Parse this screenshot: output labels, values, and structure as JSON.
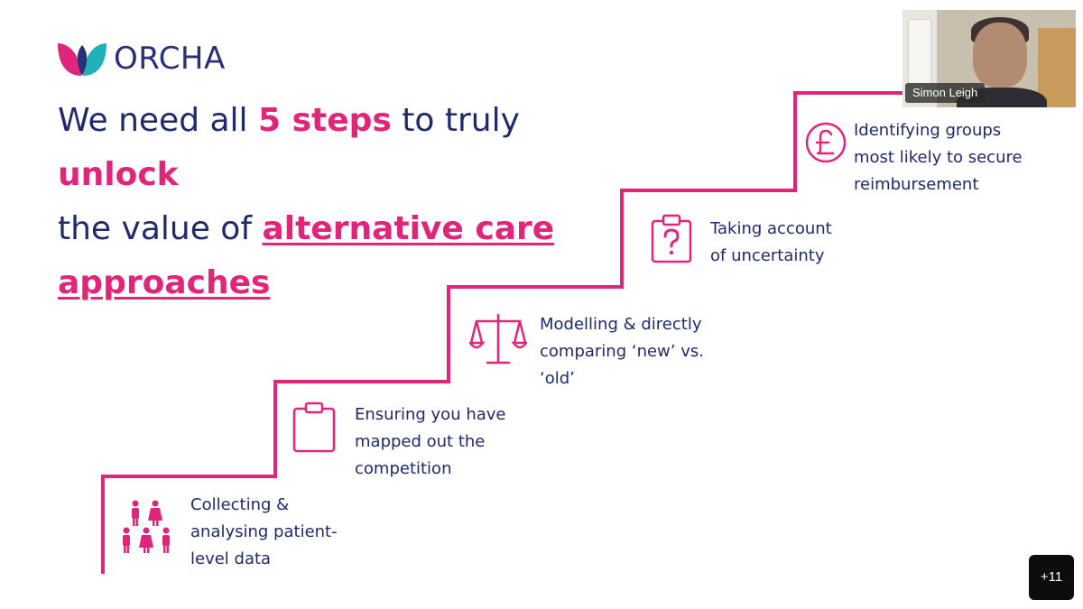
{
  "brand": {
    "name": "ORCHA",
    "colors": {
      "navy": "#1f2a6b",
      "pink": "#e0257a",
      "teal": "#1fb0b8"
    }
  },
  "headline": {
    "part1": "We need all ",
    "emph1": "5 steps",
    "part2": " to truly ",
    "emph2": "unlock",
    "part3": " the value of ",
    "emph3": "alternative care approaches"
  },
  "steps": [
    {
      "icon": "people-icon",
      "label": "Collecting & analysing patient-level data"
    },
    {
      "icon": "clipboard-icon",
      "label": "Ensuring you have mapped out the competition"
    },
    {
      "icon": "scales-icon",
      "label": "Modelling & directly comparing ‘new’ vs. ‘old’"
    },
    {
      "icon": "clipboard-question-icon",
      "label": "Taking account of uncertainty"
    },
    {
      "icon": "pound-icon",
      "label": "Identifying groups most likely to secure reimbursement"
    }
  ],
  "meeting": {
    "participant_name": "Simon Leigh",
    "more_participants": "+11"
  }
}
